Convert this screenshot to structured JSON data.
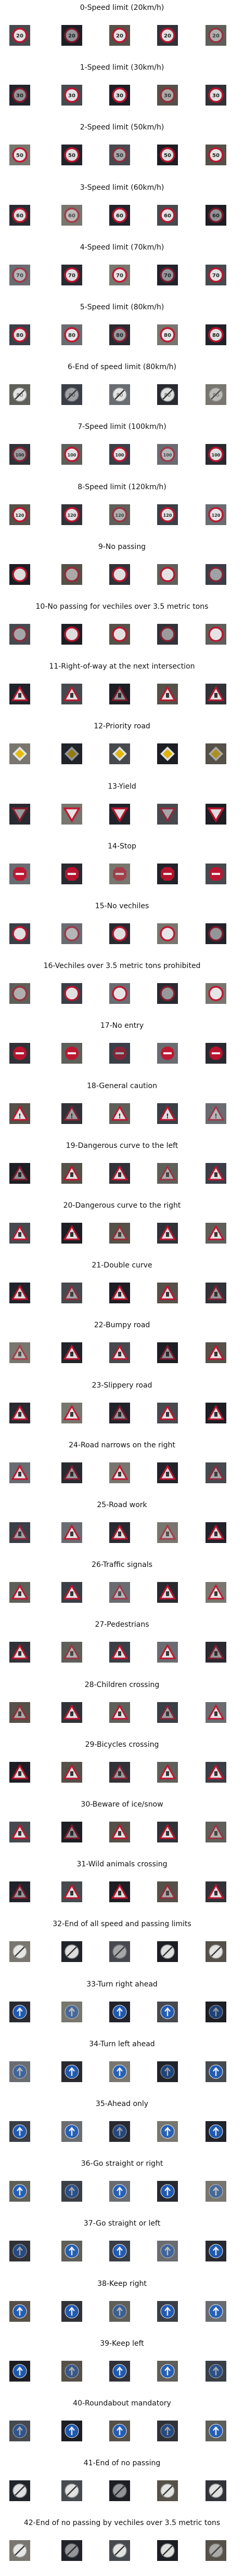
{
  "figure": {
    "rows": [
      {
        "label": "0-Speed limit (20km/h)",
        "sign": "circle-red",
        "glyph": "20"
      },
      {
        "label": "1-Speed limit (30km/h)",
        "sign": "circle-red",
        "glyph": "30"
      },
      {
        "label": "2-Speed limit (50km/h)",
        "sign": "circle-red",
        "glyph": "50"
      },
      {
        "label": "3-Speed limit (60km/h)",
        "sign": "circle-red",
        "glyph": "60"
      },
      {
        "label": "4-Speed limit (70km/h)",
        "sign": "circle-red",
        "glyph": "70"
      },
      {
        "label": "5-Speed limit (80km/h)",
        "sign": "circle-red",
        "glyph": "80"
      },
      {
        "label": "6-End of speed limit (80km/h)",
        "sign": "circle-end",
        "glyph": "80"
      },
      {
        "label": "7-Speed limit (100km/h)",
        "sign": "circle-red",
        "glyph": "100"
      },
      {
        "label": "8-Speed limit (120km/h)",
        "sign": "circle-red",
        "glyph": "120"
      },
      {
        "label": "9-No passing",
        "sign": "circle-red",
        "glyph": ""
      },
      {
        "label": "10-No passing for vechiles over 3.5 metric tons",
        "sign": "circle-red",
        "glyph": ""
      },
      {
        "label": "11-Right-of-way at the next intersection",
        "sign": "triangle",
        "glyph": ""
      },
      {
        "label": "12-Priority road",
        "sign": "diamond",
        "glyph": ""
      },
      {
        "label": "13-Yield",
        "sign": "yield",
        "glyph": ""
      },
      {
        "label": "14-Stop",
        "sign": "octagon",
        "glyph": ""
      },
      {
        "label": "15-No vechiles",
        "sign": "circle-red",
        "glyph": ""
      },
      {
        "label": "16-Vechiles over 3.5 metric tons prohibited",
        "sign": "circle-red",
        "glyph": ""
      },
      {
        "label": "17-No entry",
        "sign": "noentry",
        "glyph": ""
      },
      {
        "label": "18-General caution",
        "sign": "triangle",
        "glyph": "!"
      },
      {
        "label": "19-Dangerous curve to the left",
        "sign": "triangle",
        "glyph": ""
      },
      {
        "label": "20-Dangerous curve to the right",
        "sign": "triangle",
        "glyph": ""
      },
      {
        "label": "21-Double curve",
        "sign": "triangle",
        "glyph": ""
      },
      {
        "label": "22-Bumpy road",
        "sign": "triangle",
        "glyph": ""
      },
      {
        "label": "23-Slippery road",
        "sign": "triangle",
        "glyph": ""
      },
      {
        "label": "24-Road narrows on the right",
        "sign": "triangle",
        "glyph": ""
      },
      {
        "label": "25-Road work",
        "sign": "triangle",
        "glyph": ""
      },
      {
        "label": "26-Traffic signals",
        "sign": "triangle",
        "glyph": ""
      },
      {
        "label": "27-Pedestrians",
        "sign": "triangle",
        "glyph": ""
      },
      {
        "label": "28-Children crossing",
        "sign": "triangle",
        "glyph": ""
      },
      {
        "label": "29-Bicycles crossing",
        "sign": "triangle",
        "glyph": ""
      },
      {
        "label": "30-Beware of ice/snow",
        "sign": "triangle",
        "glyph": ""
      },
      {
        "label": "31-Wild animals crossing",
        "sign": "triangle",
        "glyph": ""
      },
      {
        "label": "32-End of all speed and passing limits",
        "sign": "circle-end",
        "glyph": ""
      },
      {
        "label": "33-Turn right ahead",
        "sign": "circle-blue",
        "glyph": ""
      },
      {
        "label": "34-Turn left ahead",
        "sign": "circle-blue",
        "glyph": ""
      },
      {
        "label": "35-Ahead only",
        "sign": "circle-blue",
        "glyph": ""
      },
      {
        "label": "36-Go straight or right",
        "sign": "circle-blue",
        "glyph": ""
      },
      {
        "label": "37-Go straight or left",
        "sign": "circle-blue",
        "glyph": ""
      },
      {
        "label": "38-Keep right",
        "sign": "circle-blue",
        "glyph": ""
      },
      {
        "label": "39-Keep left",
        "sign": "circle-blue",
        "glyph": ""
      },
      {
        "label": "40-Roundabout mandatory",
        "sign": "circle-blue",
        "glyph": ""
      },
      {
        "label": "41-End of no passing",
        "sign": "circle-end",
        "glyph": ""
      },
      {
        "label": "42-End of no passing by vechiles over 3.5 metric tons",
        "sign": "circle-end",
        "glyph": ""
      }
    ],
    "samples_per_row": 5,
    "colors": {
      "sign_red": "#c8102e",
      "sign_blue": "#1f5fbf",
      "sign_white": "#f2f2f2",
      "sign_gray": "#9a9a9a",
      "sign_yellow": "#f3c400"
    }
  }
}
